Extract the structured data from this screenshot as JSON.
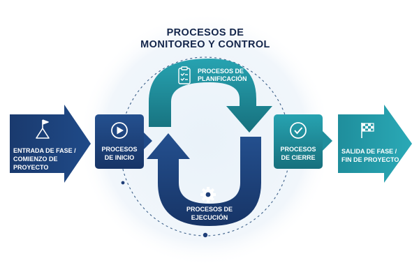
{
  "title": {
    "line1": "PROCESOS DE",
    "line2": "MONITOREO Y CONTROL"
  },
  "nodes": {
    "entrada": {
      "line1": "ENTRADA DE FASE /",
      "line2": "COMIENZO DE",
      "line3": "PROYECTO",
      "icon": "flag-icon"
    },
    "inicio": {
      "line1": "PROCESOS",
      "line2": "DE INICIO",
      "icon": "play-icon"
    },
    "planificacion": {
      "line1": "PROCESOS DE",
      "line2": "PLANIFICACIÓN",
      "icon": "clipboard-checklist-icon"
    },
    "ejecucion": {
      "line1": "PROCESOS DE",
      "line2": "EJECUCIÓN",
      "icon": "gear-icon"
    },
    "cierre": {
      "line1": "PROCESOS",
      "line2": "DE CIERRE",
      "icon": "check-circle-icon"
    },
    "salida": {
      "line1": "SALIDA DE FASE /",
      "line2": "FIN DE PROYECTO",
      "icon": "checkered-flag-icon"
    }
  },
  "colors": {
    "navy": "#1f3f78",
    "navy_dark": "#173466",
    "teal": "#1f8e9c",
    "teal_dark": "#17707d",
    "title": "#13254a",
    "glow": "#eef5fa",
    "dashed": "#3b5f88"
  }
}
